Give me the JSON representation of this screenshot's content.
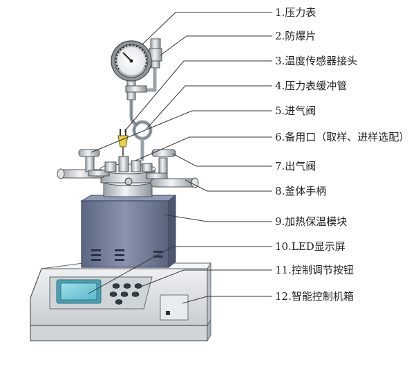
{
  "labels": [
    "1.压力表",
    "2.防爆片",
    "3.温度传感器接头",
    "4.压力表缓冲管",
    "5.进气阀",
    "6.备用口（取样、进样选配）",
    "7.出气阀",
    "8.釜体手柄",
    "9.加热保温模块",
    "10.LED显示屏",
    "11.控制调节按钮",
    "12.智能控制机箱"
  ],
  "colors": {
    "metal": "#d8dde2",
    "steel_dark": "#8a939b",
    "heater": "#6e7a96",
    "cabinet": "#e3e7ea",
    "screen": "#7fd0e0",
    "leader_line": "#333333"
  }
}
